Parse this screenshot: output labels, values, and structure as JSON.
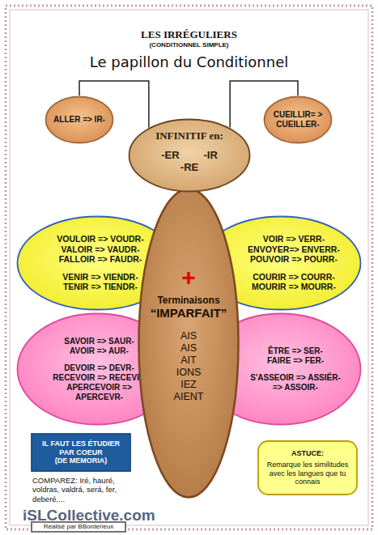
{
  "diagram": {
    "title": "LES IRRÉGULIERS",
    "nodes": [
      {
        "text": [
          "ALLER => IR-"
        ]
      },
      {
        "text": [
          "CUEILLIR= > CUEILLER-"
        ]
      },
      {
        "text": [
          "INFINITIF en:",
          "-ER",
          "-IR",
          "-RE"
        ]
      },
      {
        "text": [
          "VOULOIR => VOUDR-",
          "VALOIR => VAUDR-",
          "FALLOIR => FAUDR-",
          "VENIR => VIENDR-",
          "TENIR => TIENDR-"
        ]
      },
      {
        "text": [
          "VOIR => VERR-",
          "ENVOYER=> ENVERR-",
          "POUVOIR => POURR-",
          "COURIR => COURR-",
          "MOURIR => MOURR-"
        ]
      },
      {
        "text": [
          "+",
          "Terminaisons",
          "“IMPARFAIT”",
          "AIS",
          "AIS",
          "AIT",
          "IONS",
          "IEZ",
          "AIENT"
        ]
      },
      {
        "text": [
          "SAVOIR => SAUR-",
          "AVOIR => AUR-",
          "DEVOIR => DEVR-",
          "RECEVOIR => RECEVR-",
          "APERCEVOIR => APERCEVR-"
        ]
      },
      {
        "text": [
          "ÊTRE => SER-",
          "FAIRE => FER-",
          "S'ASSEOIR => ASSIÉR- => ASSOIR-"
        ]
      },
      {
        "text": [
          "IL FAUT LES ÉTUDIER PAR COEUR",
          "(DE MEMORIA)"
        ]
      },
      {
        "text": [
          "ASTUCE:",
          "Remarque les similitudes avec les langues que tu connais"
        ]
      },
      {
        "text": [
          "Réalisé par BBorderieux"
        ]
      }
    ],
    "edges": [
      {
        "from": 0,
        "to": 2,
        "arrow": "none"
      },
      {
        "from": 1,
        "to": 2,
        "arrow": "none"
      }
    ],
    "labels": [
      "(CONDITIONNEL SIMPLE)",
      "Le papillon du Conditionnel",
      "COMPAREZ: Iré, hauré, voldras, valdrá, será, fer, deberé,...",
      "iSLCollective.com"
    ]
  }
}
